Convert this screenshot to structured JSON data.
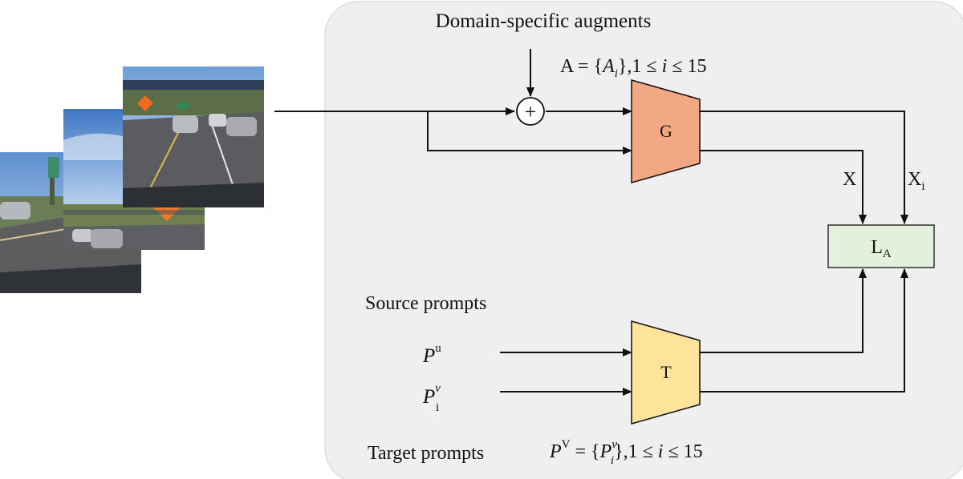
{
  "diagram": {
    "title_augments": "Domain-specific augments",
    "augment_set": {
      "lhs": "A = {",
      "sym": "A",
      "sub": "i",
      "rhs": "},1 ≤ ",
      "var": "i",
      "tail": " ≤ 15"
    },
    "generator_label": "G",
    "text_encoder_label": "T",
    "loss_label": {
      "main": "L",
      "sub": "A"
    },
    "output_x": "X",
    "output_xi": {
      "main": "X",
      "sub": "i"
    },
    "source_prompts_title": "Source prompts",
    "source_prompt": {
      "main": "P",
      "sup": "u"
    },
    "target_prompt_i": {
      "main": "P",
      "sup": "v",
      "sub": "i"
    },
    "target_prompts_title": "Target prompts",
    "target_set": {
      "lhs": "P",
      "lhs_sup": "V",
      "eq": " = {",
      "main": "P",
      "sup": "v",
      "sub": "i",
      "rhs": "},1 ≤ ",
      "var": "i",
      "tail": " ≤ 15"
    },
    "plus_symbol": "+",
    "colors": {
      "panel": "#efefef",
      "generator": "#f2a882",
      "text_encoder": "#fde49a",
      "loss_box": "#e3f0dc",
      "stroke": "#111111"
    }
  }
}
